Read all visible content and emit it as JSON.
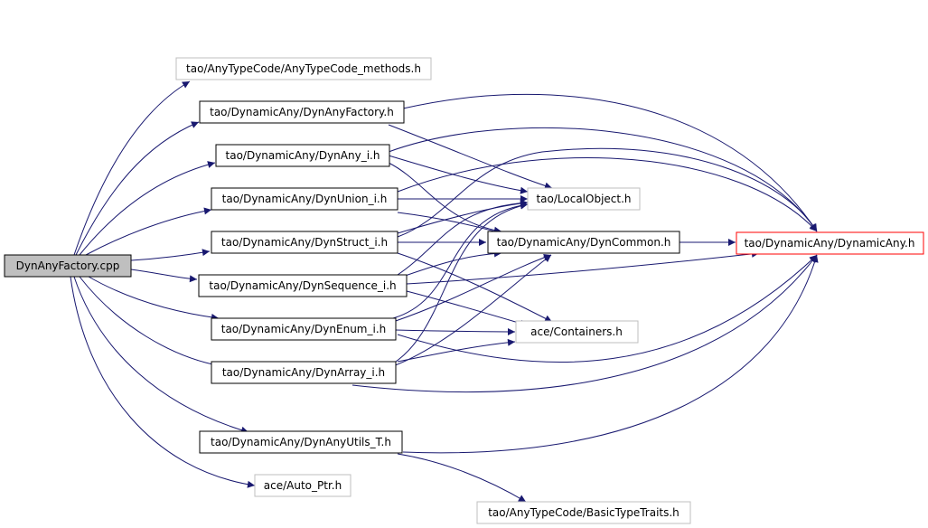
{
  "colors": {
    "edge": "#191970",
    "root_fill": "#bfbfbf",
    "border_default": "#000000",
    "border_external": "#bfbfbf",
    "border_highlight": "#ff0000"
  },
  "nodes": [
    {
      "id": "root",
      "label": "DynAnyFactory.cpp",
      "style": "root"
    },
    {
      "id": "anytype_methods",
      "label": "tao/AnyTypeCode/AnyTypeCode_methods.h",
      "style": "external"
    },
    {
      "id": "dynanyfactory_h",
      "label": "tao/DynamicAny/DynAnyFactory.h",
      "style": "default"
    },
    {
      "id": "dynany_i",
      "label": "tao/DynamicAny/DynAny_i.h",
      "style": "default"
    },
    {
      "id": "dynunion_i",
      "label": "tao/DynamicAny/DynUnion_i.h",
      "style": "default"
    },
    {
      "id": "dynstruct_i",
      "label": "tao/DynamicAny/DynStruct_i.h",
      "style": "default"
    },
    {
      "id": "dynsequence_i",
      "label": "tao/DynamicAny/DynSequence_i.h",
      "style": "default"
    },
    {
      "id": "dynenum_i",
      "label": "tao/DynamicAny/DynEnum_i.h",
      "style": "default"
    },
    {
      "id": "dynarray_i",
      "label": "tao/DynamicAny/DynArray_i.h",
      "style": "default"
    },
    {
      "id": "dynanyutils",
      "label": "tao/DynamicAny/DynAnyUtils_T.h",
      "style": "default"
    },
    {
      "id": "auto_ptr",
      "label": "ace/Auto_Ptr.h",
      "style": "external"
    },
    {
      "id": "localobject",
      "label": "tao/LocalObject.h",
      "style": "external"
    },
    {
      "id": "dyncommon",
      "label": "tao/DynamicAny/DynCommon.h",
      "style": "default"
    },
    {
      "id": "containers",
      "label": "ace/Containers.h",
      "style": "external"
    },
    {
      "id": "dynamicany",
      "label": "tao/DynamicAny/DynamicAny.h",
      "style": "highlight"
    },
    {
      "id": "basictypetraits",
      "label": "tao/AnyTypeCode/BasicTypeTraits.h",
      "style": "external"
    }
  ]
}
